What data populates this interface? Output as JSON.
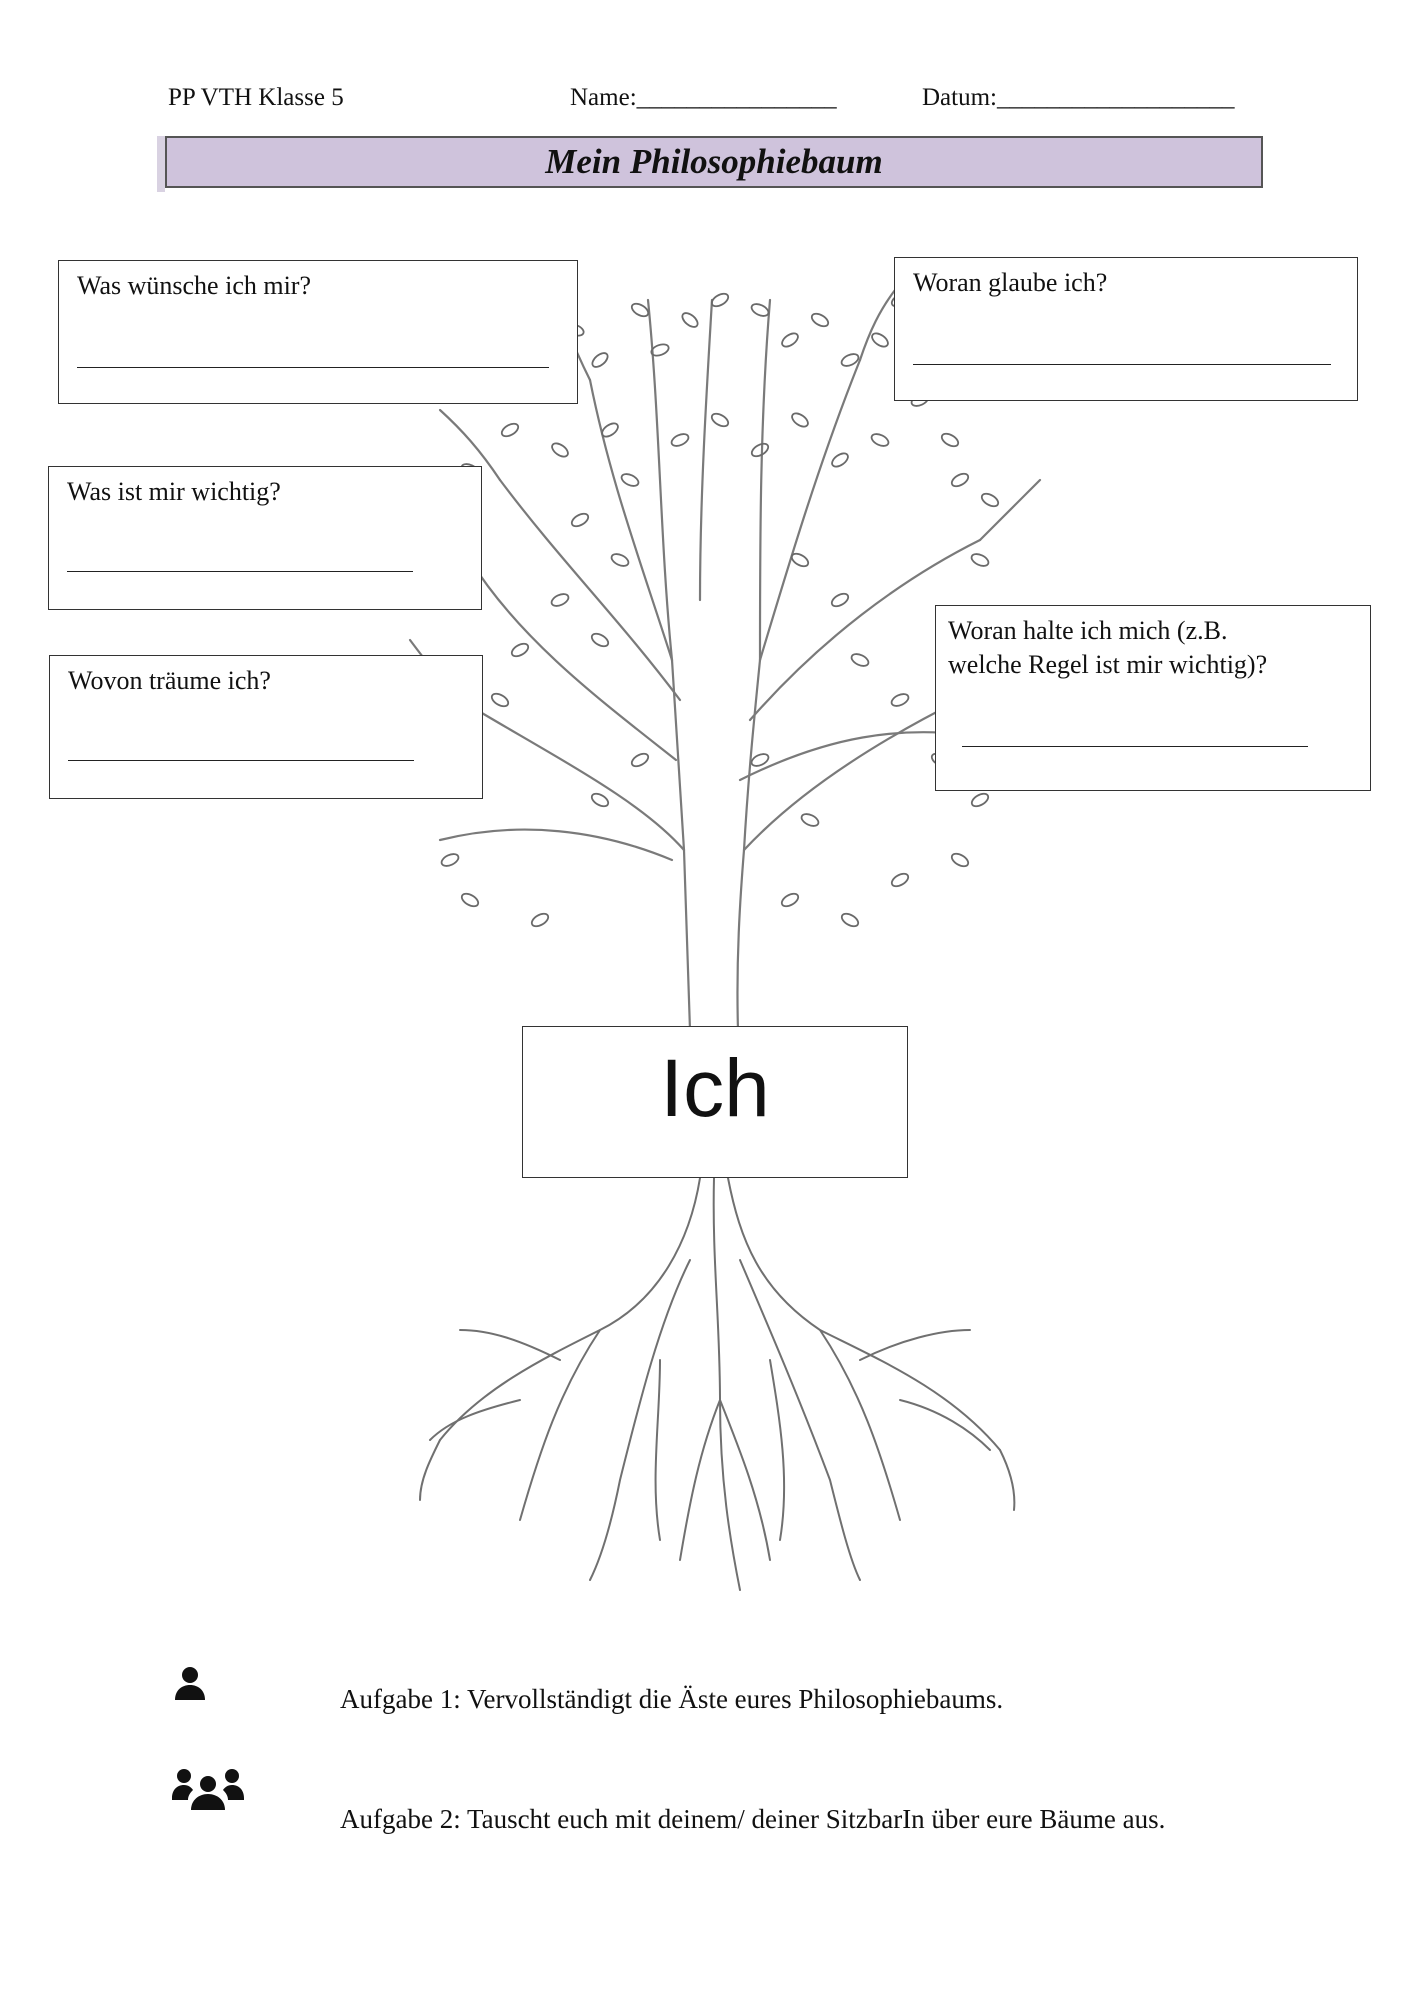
{
  "header": {
    "class_label": "PP VTH Klasse 5",
    "name_label": "Name:________________",
    "date_label": "Datum:___________________"
  },
  "title": "Mein Philosophiebaum",
  "questions": {
    "wish": "Was wünsche ich mir?",
    "believe": "Woran glaube ich?",
    "important": "Was ist mir wichtig?",
    "rules_line1": "Woran halte ich mich (z.B.",
    "rules_line2": "welche Regel ist mir wichtig)?",
    "dream": "Wovon träume ich?"
  },
  "center_label": "Ich",
  "tasks": {
    "task1": "Aufgabe 1: Vervollständigt die Äste eures Philosophiebaums.",
    "task2": "Aufgabe 2: Tauscht euch mit deinem/ deiner SitzbarIn über eure Bäume aus."
  },
  "icons": {
    "task1_icon": "person-icon",
    "task2_icon": "group-icon"
  },
  "colors": {
    "title_bar": "#cfc3dc",
    "ink": "#111111"
  }
}
